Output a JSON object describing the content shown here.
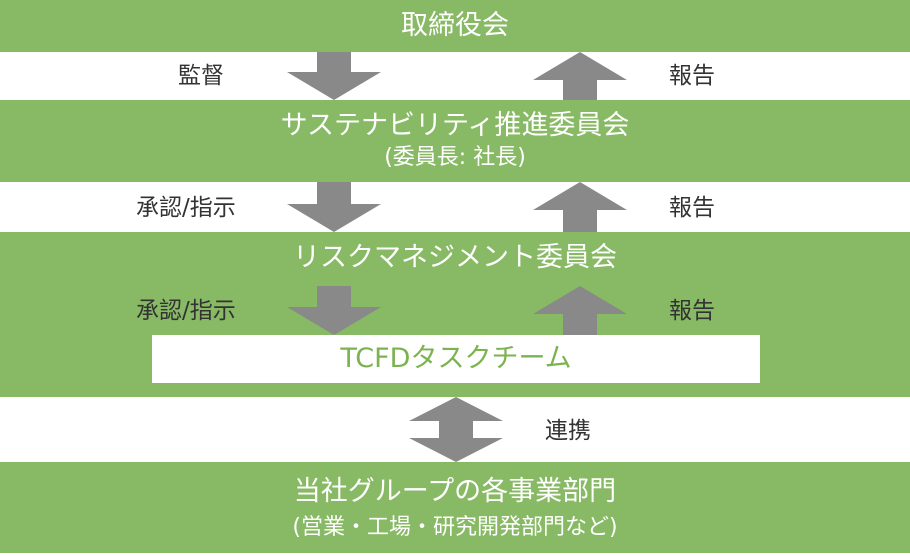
{
  "boxes": {
    "board": {
      "title": "取締役会"
    },
    "sustainability": {
      "title": "サステナビリティ推進委員会",
      "subtitle": "(委員長: 社長)"
    },
    "risk": {
      "title": "リスクマネジメント委員会"
    },
    "tcfd": {
      "title": "TCFDタスクチーム"
    },
    "divisions": {
      "title": "当社グループの各事業部門",
      "subtitle": "(営業・工場・研究開発部門など)"
    }
  },
  "labels": {
    "supervise": "監督",
    "report1": "報告",
    "approve1": "承認/指示",
    "report2": "報告",
    "approve2": "承認/指示",
    "report3": "報告",
    "cooperate": "連携"
  },
  "colors": {
    "green": "#88b964",
    "arrow": "#898989",
    "tcfd_text": "#7ab34f"
  }
}
